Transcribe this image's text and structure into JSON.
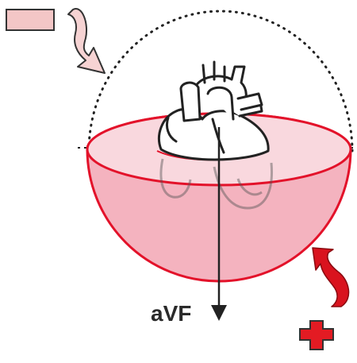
{
  "diagram": {
    "lead_label": "aVF",
    "negative_symbol": "minus",
    "positive_symbol": "plus",
    "colors": {
      "hemisphere_fill": "#f4b3bf",
      "hemisphere_rim": "#e3122a",
      "plus_red": "#e31b23",
      "minus_pink": "#f3c6c6",
      "arrow_pink": "#f6d3d3",
      "arrow_red": "#d9131e",
      "ink": "#222222"
    },
    "icons": [
      "minus-sign-icon",
      "curved-arrow-pink-icon",
      "curved-arrow-red-icon",
      "plus-sign-icon",
      "heart-icon",
      "down-arrow-icon"
    ]
  }
}
